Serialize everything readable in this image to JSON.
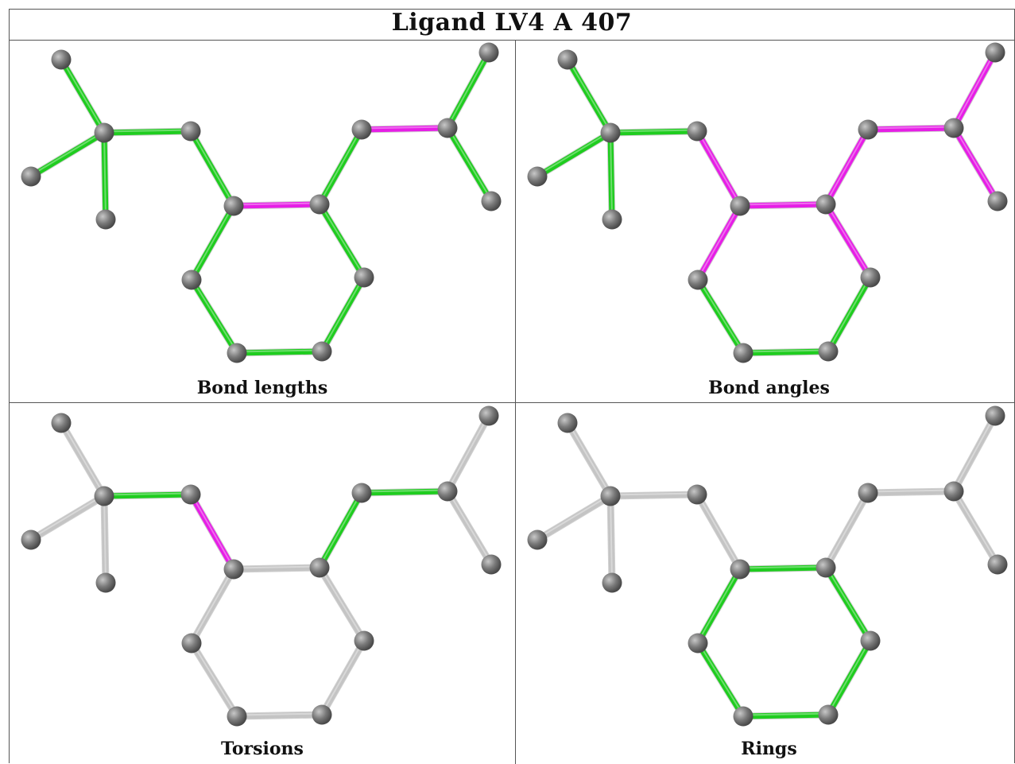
{
  "title": "Ligand LV4 A 407",
  "colors": {
    "green": "#1fcc1f",
    "magenta": "#e61ee6",
    "grey": "#c4c4c4",
    "atom": "#7a7a7a"
  },
  "panels": [
    {
      "caption": "Bond lengths",
      "bonds": [
        "green",
        "green",
        "green",
        "green",
        "green",
        "magenta",
        "green",
        "green",
        "green",
        "green",
        "green",
        "green",
        "green",
        "magenta",
        "green",
        "green"
      ]
    },
    {
      "caption": "Bond angles",
      "bonds": [
        "green",
        "green",
        "green",
        "green",
        "magenta",
        "magenta",
        "magenta",
        "green",
        "green",
        "green",
        "magenta",
        "magenta",
        "magenta",
        "magenta",
        "magenta",
        "magenta"
      ]
    },
    {
      "caption": "Torsions",
      "bonds": [
        "grey",
        "grey",
        "grey",
        "green",
        "magenta",
        "grey",
        "grey",
        "grey",
        "grey",
        "grey",
        "grey",
        "green",
        "green",
        "green",
        "grey",
        "grey"
      ]
    },
    {
      "caption": "Rings",
      "bonds": [
        "grey",
        "grey",
        "grey",
        "grey",
        "grey",
        "green",
        "green",
        "green",
        "green",
        "green",
        "green",
        "grey",
        "grey",
        "grey",
        "grey",
        "grey"
      ]
    }
  ]
}
